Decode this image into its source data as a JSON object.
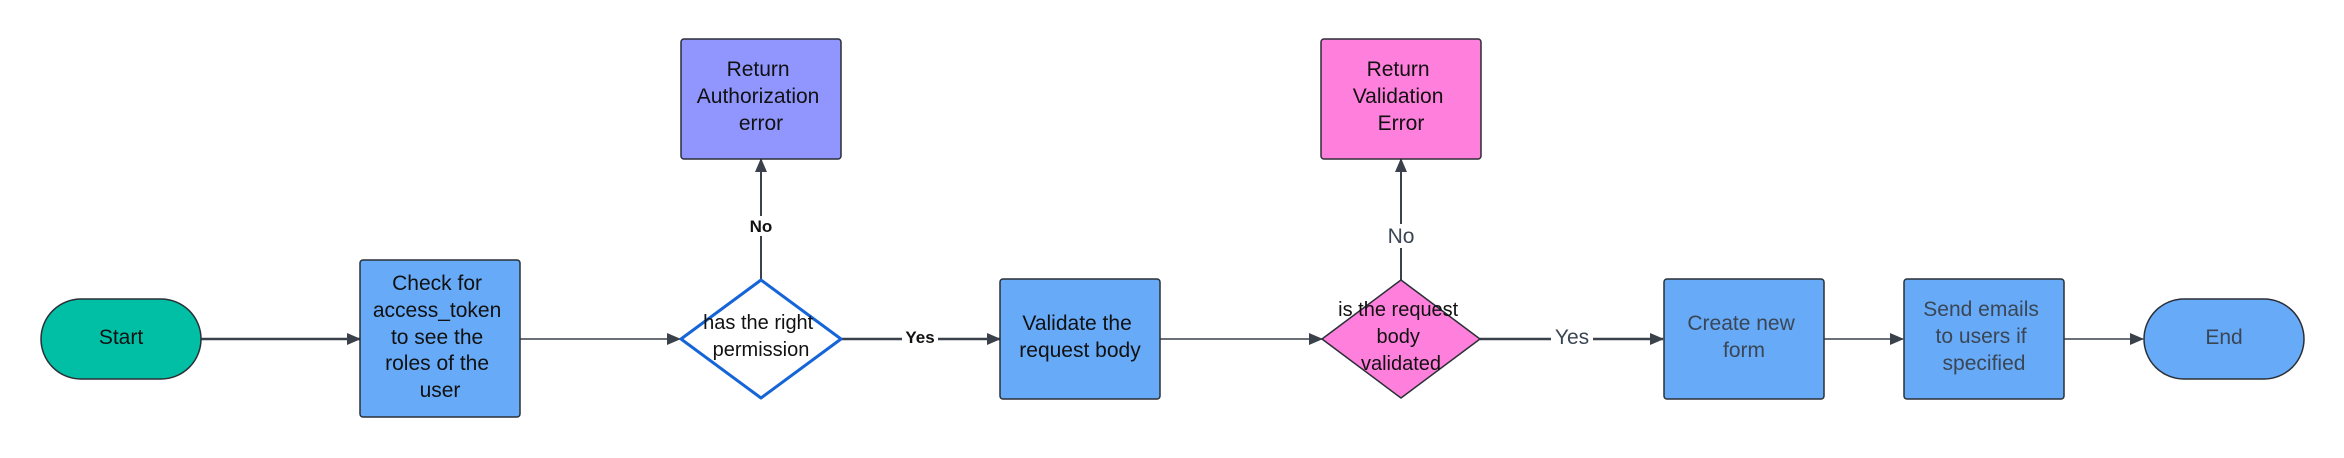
{
  "colors": {
    "start_end_green": "#00BFA5",
    "process_blue": "#66AAF8",
    "auth_error_purple": "#9196FF",
    "validation_pink": "#FF7FDC",
    "decision_outline": "#1565D8",
    "edge": "#3A414A",
    "stroke": "#2B2F36",
    "text_dark": "#111111",
    "text_muted": "#3B4655"
  },
  "nodes": {
    "start": {
      "label": "Start"
    },
    "check_token": {
      "lines": [
        "Check for",
        "access_token",
        "to see the",
        "roles of the",
        "user"
      ]
    },
    "permission": {
      "lines": [
        "has the right",
        "permission"
      ]
    },
    "auth_error": {
      "lines": [
        "Return",
        "Authorization",
        "error"
      ]
    },
    "validate_body": {
      "lines": [
        "Validate the",
        "request body"
      ]
    },
    "validated": {
      "lines": [
        "is the request",
        "body",
        "validated"
      ]
    },
    "validation_error": {
      "lines": [
        "Return",
        "Validation",
        "Error"
      ]
    },
    "create_form": {
      "lines": [
        "Create new",
        "form"
      ]
    },
    "send_emails": {
      "lines": [
        "Send emails",
        "to users if",
        "specified"
      ]
    },
    "end": {
      "label": "End"
    }
  },
  "edges": {
    "permission_no": "No",
    "permission_yes": "Yes",
    "validated_no": "No",
    "validated_yes": "Yes"
  }
}
